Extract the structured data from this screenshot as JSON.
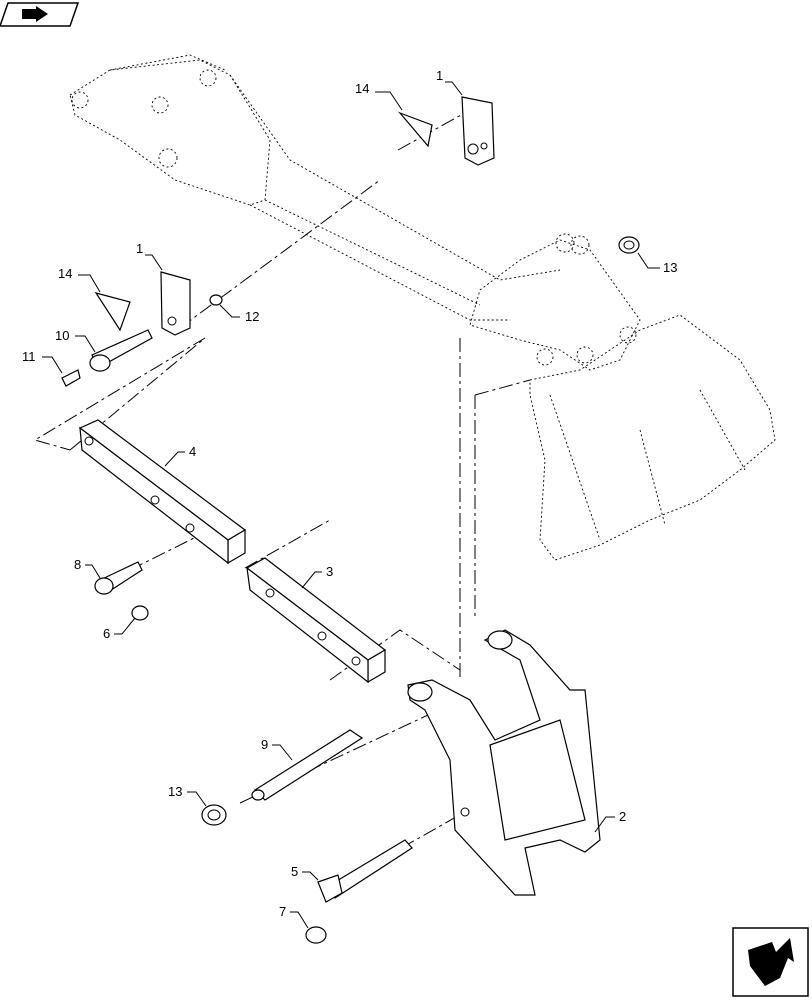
{
  "callouts": [
    {
      "id": "c1a",
      "label": "1"
    },
    {
      "id": "c14a",
      "label": "14"
    },
    {
      "id": "c13a",
      "label": "13"
    },
    {
      "id": "c1b",
      "label": "1"
    },
    {
      "id": "c14b",
      "label": "14"
    },
    {
      "id": "c12",
      "label": "12"
    },
    {
      "id": "c10",
      "label": "10"
    },
    {
      "id": "c11",
      "label": "11"
    },
    {
      "id": "c4",
      "label": "4"
    },
    {
      "id": "c8",
      "label": "8"
    },
    {
      "id": "c3",
      "label": "3"
    },
    {
      "id": "c6",
      "label": "6"
    },
    {
      "id": "c9",
      "label": "9"
    },
    {
      "id": "c13b",
      "label": "13"
    },
    {
      "id": "c2",
      "label": "2"
    },
    {
      "id": "c5",
      "label": "5"
    },
    {
      "id": "c7",
      "label": "7"
    }
  ],
  "icons": {
    "top_left": "book-arrow-icon",
    "bottom_right": "next-page-arrow-icon"
  }
}
